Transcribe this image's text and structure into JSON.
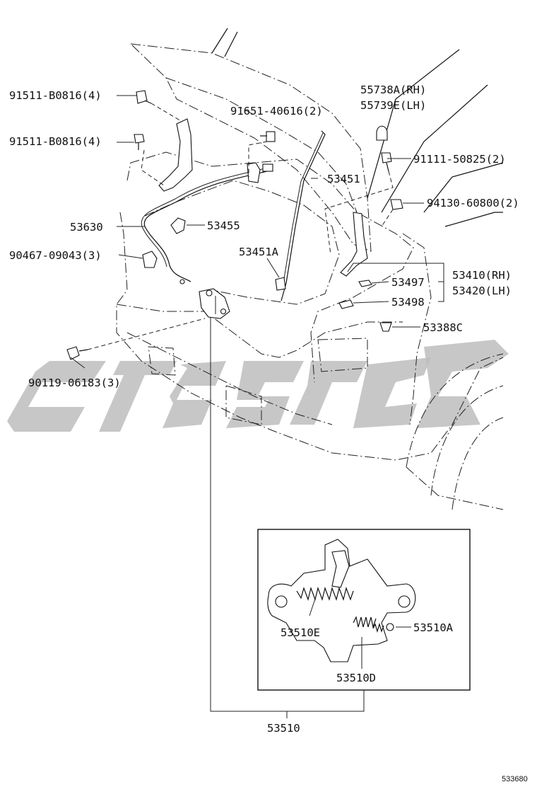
{
  "diagram_id": "533680",
  "callouts": {
    "bolt_upper_left": "91511-B0816(4)",
    "bolt_mid_left": "91511-B0816(4)",
    "bolt_top_center": "91651-40616(2)",
    "cushion_rh": "55738A(RH)",
    "cushion_lh": "55739E(LH)",
    "bolt_right": "91111-50825(2)",
    "nut_right": "94130-60800(2)",
    "support_rod": "53451",
    "cable": "53630",
    "clamp": "53455",
    "rod_holder": "53451A",
    "grommet_left": "90467-09043(3)",
    "hinge_rh": "53410(RH)",
    "hinge_lh": "53420(LH)",
    "shim_1": "53497",
    "shim_2": "53498",
    "bumper_stop": "53388C",
    "bolt_lower_left": "90119-06183(3)",
    "lock_spring_e": "53510E",
    "lock_spring_a": "53510A",
    "lock_spring_d": "53510D",
    "lock_assy": "53510"
  }
}
